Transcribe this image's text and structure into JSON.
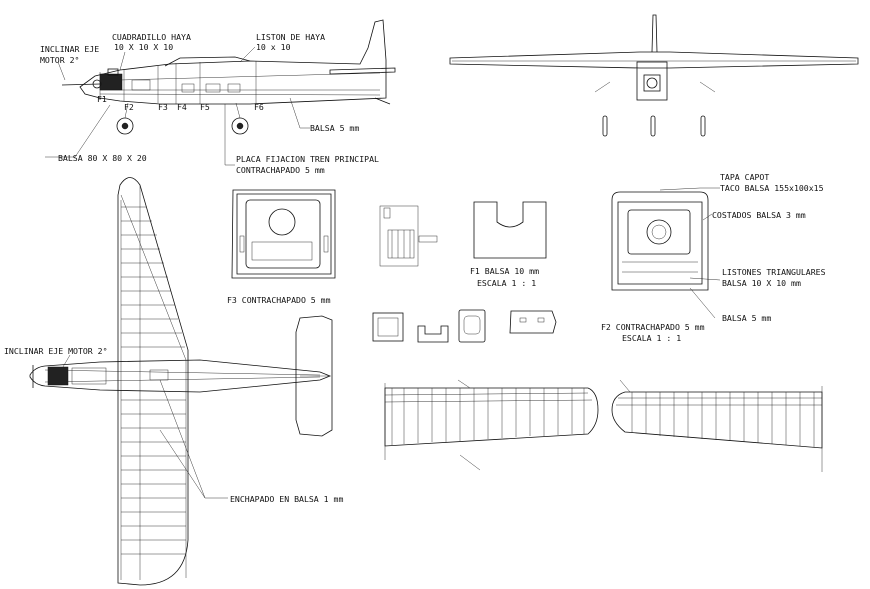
{
  "labels": {
    "inclinar_eje_motor_1": "INCLINAR EJE",
    "inclinar_eje_motor_2": "MOTOR 2°",
    "cuadradillo_1": "CUADRADILLO HAYA",
    "cuadradillo_2": "10 X 10 X 10",
    "liston_1": "LISTON DE HAYA",
    "liston_2": "10 x 10",
    "balsa_5": "BALSA 5 mm",
    "balsa_80": "BALSA 80 X 80 X 20",
    "placa_1": "PLACA FIJACION TREN PRINCIPAL",
    "placa_2": "CONTRACHAPADO 5 mm",
    "inclinar_top": "INCLINAR EJE MOTOR 2°",
    "enchapado": "ENCHAPADO EN BALSA 1 mm",
    "f3_caption": "F3 CONTRACHAPADO 5 mm",
    "f1_caption_1": "F1 BALSA 10 mm",
    "f1_caption_2": "ESCALA 1 : 1",
    "tapa_1": "TAPA CAPOT",
    "tapa_2": "TACO BALSA 155x100x15",
    "costados": "COSTADOS BALSA 3 mm",
    "listones_1": "LISTONES TRIANGULARES",
    "listones_2": "BALSA 10 X 10 mm",
    "f2_balsa": "BALSA 5 mm",
    "f2_caption_1": "F2 CONTRACHAPADO 5 mm",
    "f2_caption_2": "ESCALA 1 : 1"
  },
  "former_labels": [
    "F1",
    "F2",
    "F3",
    "F4",
    "F5",
    "F6"
  ]
}
